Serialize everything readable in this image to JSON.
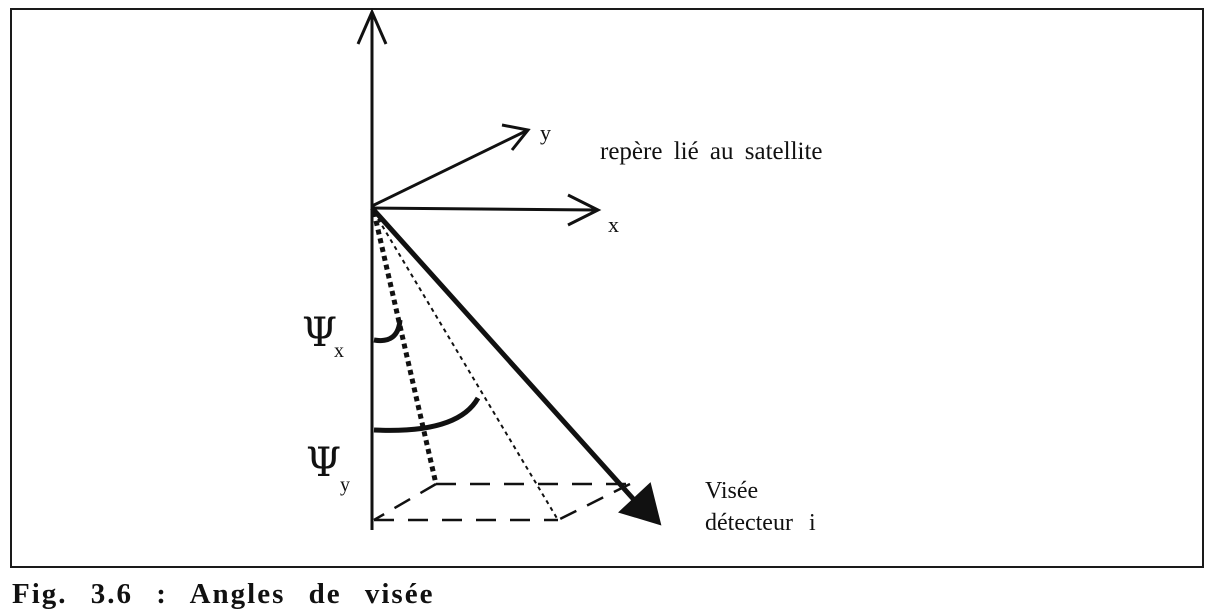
{
  "figure": {
    "caption": "Fig. 3.6 : Angles de visée",
    "labels": {
      "frame_label": "repère lié au satellite",
      "axis_y": "y",
      "axis_x": "x",
      "psi_symbol": "Ψ",
      "psi_x_sub": "x",
      "psi_y_sub": "y",
      "sight_line1": "Visée",
      "sight_line2": "détecteur i"
    }
  }
}
